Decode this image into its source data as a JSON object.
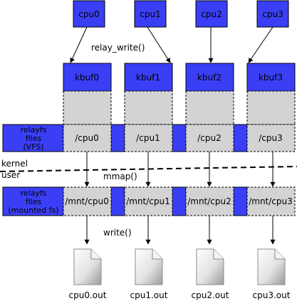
{
  "cpus": [
    "cpu0",
    "cpu1",
    "cpu2",
    "cpu3"
  ],
  "kbufs": [
    "kbuf0",
    "kbuf1",
    "kbuf2",
    "kbuf3"
  ],
  "relay_write_label": "relay_write()",
  "vfs_label": [
    "relayfs",
    "files",
    "(VFS)"
  ],
  "vfs_cells": [
    "/cpu0",
    "/cpu1",
    "/cpu2",
    "/cpu3"
  ],
  "kernel_label": "kernel",
  "user_label": "user",
  "mmap_label": "mmap()",
  "mounted_label": [
    "relayfs",
    "files",
    "(mounted fs)"
  ],
  "mounted_cells": [
    "/mnt/cpu0",
    "/mnt/cpu1",
    "/mnt/cpu2",
    "/mnt/cpu3"
  ],
  "write_label": "write()",
  "outputs": [
    "cpu0.out",
    "cpu1.out",
    "cpu2.out",
    "cpu3.out"
  ],
  "colors": {
    "blue": "#3a3ff5",
    "grey": "#d3d3d3",
    "dark_grey": "#a8a8a8"
  }
}
